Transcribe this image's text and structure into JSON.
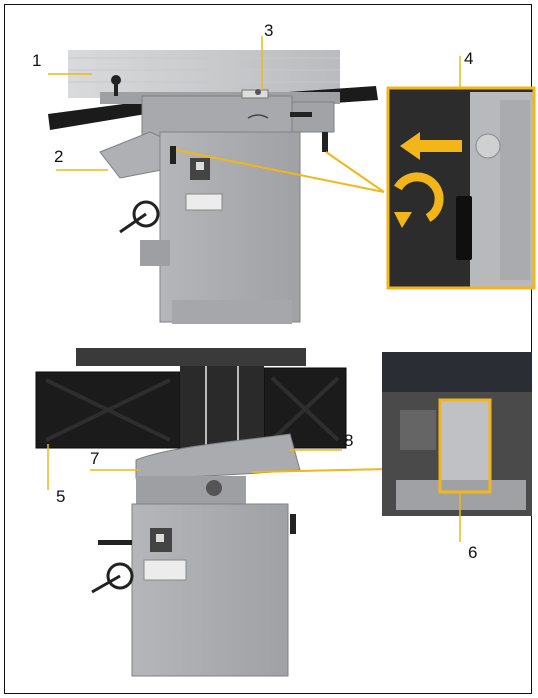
{
  "callouts": {
    "c1": "1",
    "c2": "2",
    "c3": "3",
    "c4": "4",
    "c5": "5",
    "c6": "6",
    "c7": "7",
    "c8": "8"
  },
  "colors": {
    "accent": "#F2B61B",
    "machine_grey": "#A9ABAE",
    "table_black": "#1B1B1B",
    "frame": "#111111"
  },
  "icons": [
    "arrow-left-icon",
    "rotate-arrow-icon"
  ]
}
